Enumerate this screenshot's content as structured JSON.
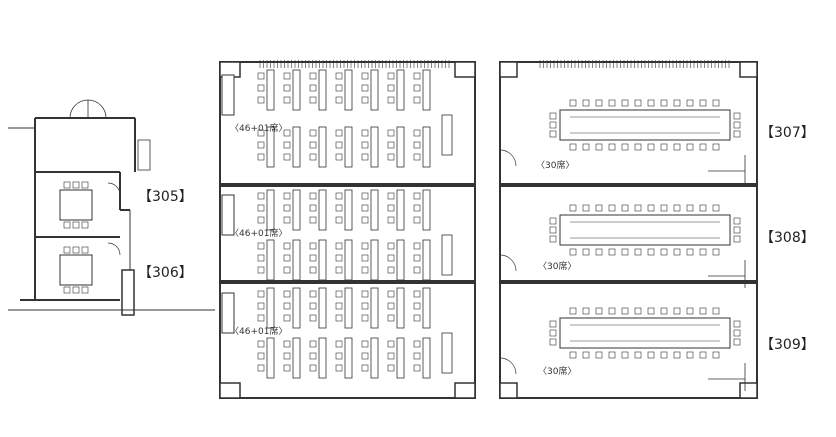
{
  "rooms": [
    {
      "id": "305",
      "label": "【305】",
      "layout": "meeting"
    },
    {
      "id": "306",
      "label": "【306】",
      "layout": "meeting"
    },
    {
      "id": "307",
      "label": "【307】",
      "capacity": "〈30席〉",
      "layout": "conference"
    },
    {
      "id": "308",
      "label": "【308】",
      "capacity": "〈30席〉",
      "layout": "conference"
    },
    {
      "id": "309",
      "label": "【309】",
      "capacity": "〈30席〉",
      "layout": "conference"
    }
  ],
  "classrooms": [
    {
      "capacity": "〈46+01席〉"
    },
    {
      "capacity": "〈46+01席〉"
    },
    {
      "capacity": "〈46+01席〉"
    }
  ]
}
